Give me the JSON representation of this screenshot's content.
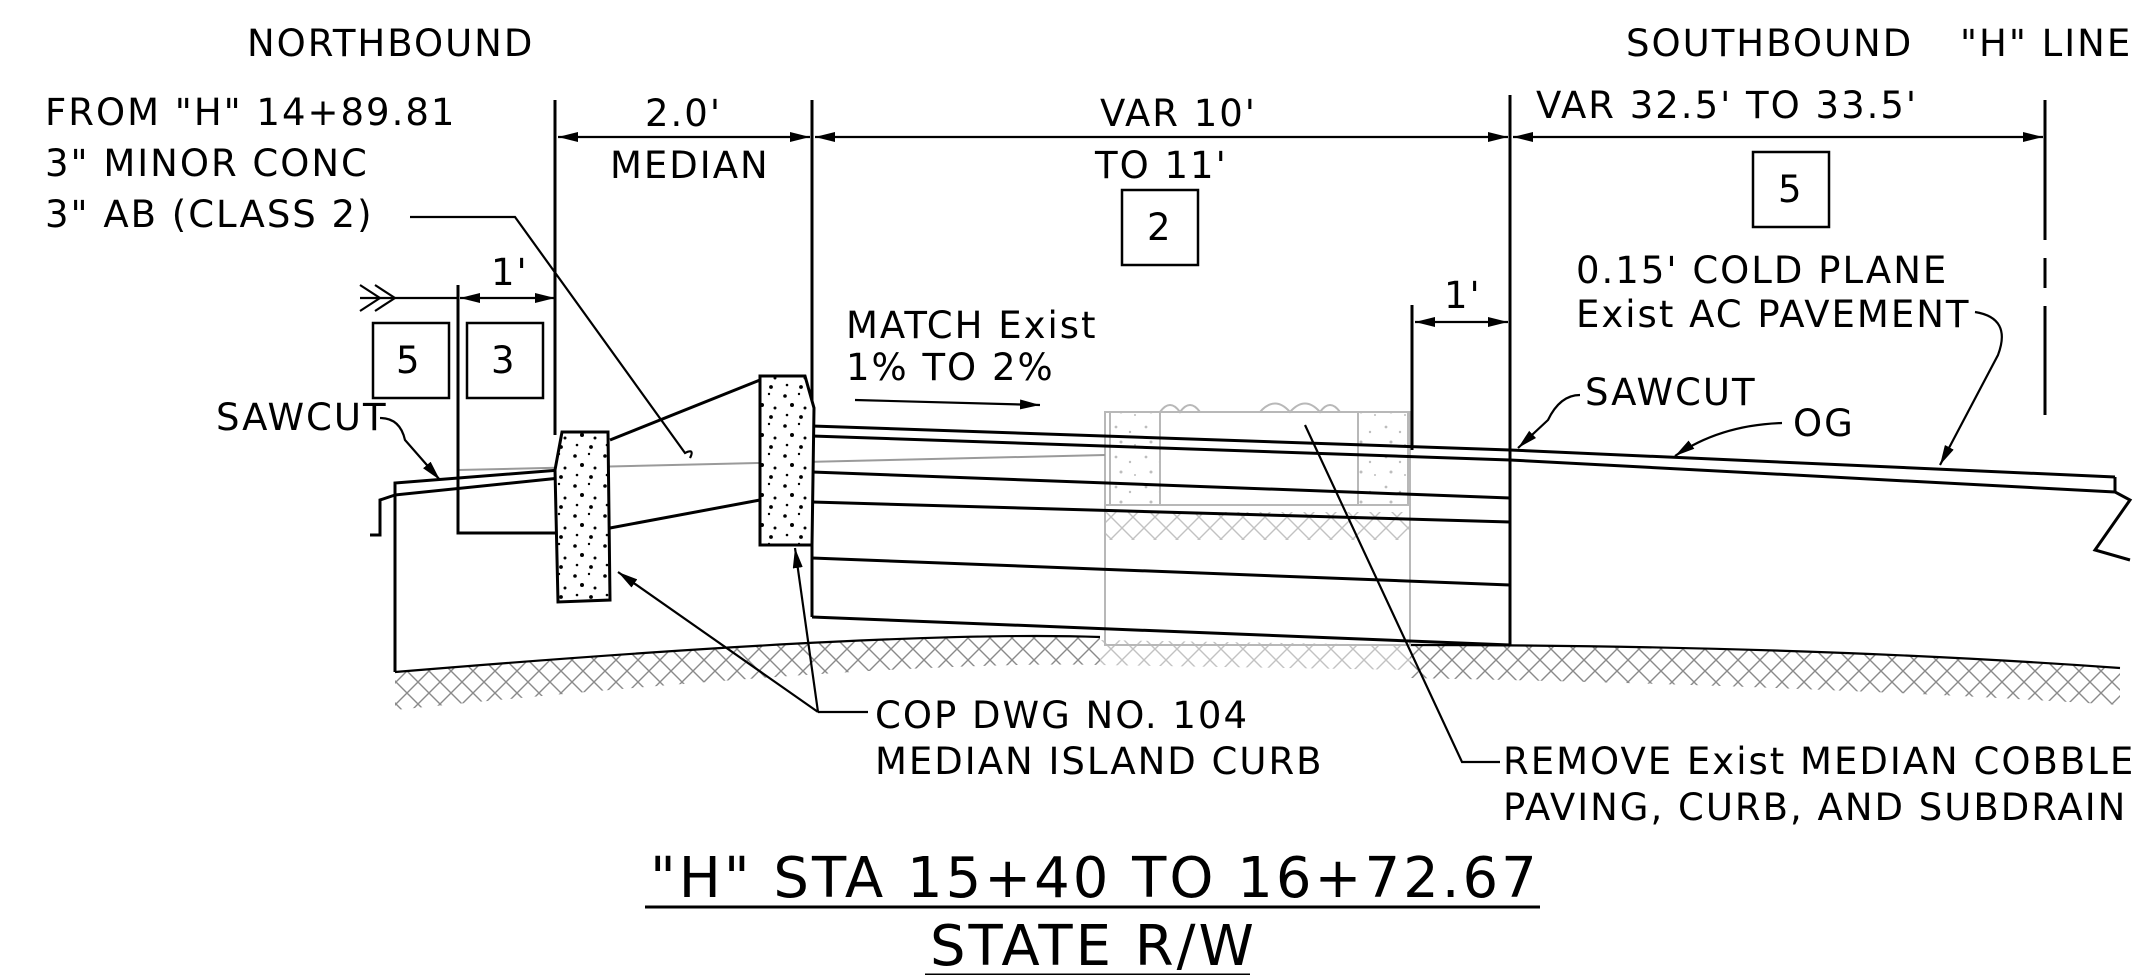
{
  "labels": {
    "northbound": "NORTHBOUND",
    "southbound": "SOUTHBOUND",
    "h_line": "\"H\" LINE",
    "from_h_note": [
      "FROM \"H\" 14+89.81",
      "3\" MINOR CONC",
      "3\" AB (CLASS 2)"
    ],
    "dim_median": [
      "2.0'",
      "MEDIAN"
    ],
    "dim_var_lane": [
      "VAR 10'",
      "TO 11'"
    ],
    "dim_var_sb": "VAR 32.5' TO 33.5'",
    "dim_one_left": "1'",
    "dim_one_right": "1'",
    "match_exist": [
      "MATCH Exist",
      "1% TO 2%"
    ],
    "cold_plane": [
      "0.15' COLD PLANE",
      "Exist AC PAVEMENT"
    ],
    "sawcut_left": "SAWCUT",
    "sawcut_right": "SAWCUT",
    "og": "OG",
    "cop_dwg": [
      "COP DWG NO. 104",
      "MEDIAN ISLAND CURB"
    ],
    "remove_exist": [
      "REMOVE Exist MEDIAN COBBLE",
      "PAVING, CURB, AND SUBDRAIN"
    ],
    "title_station": "\"H\" STA 15+40 TO 16+72.67",
    "title_rw": "STATE R/W"
  },
  "boxes": {
    "box_5_left": "5",
    "box_3": "3",
    "box_2": "2",
    "box_5_right": "5"
  }
}
